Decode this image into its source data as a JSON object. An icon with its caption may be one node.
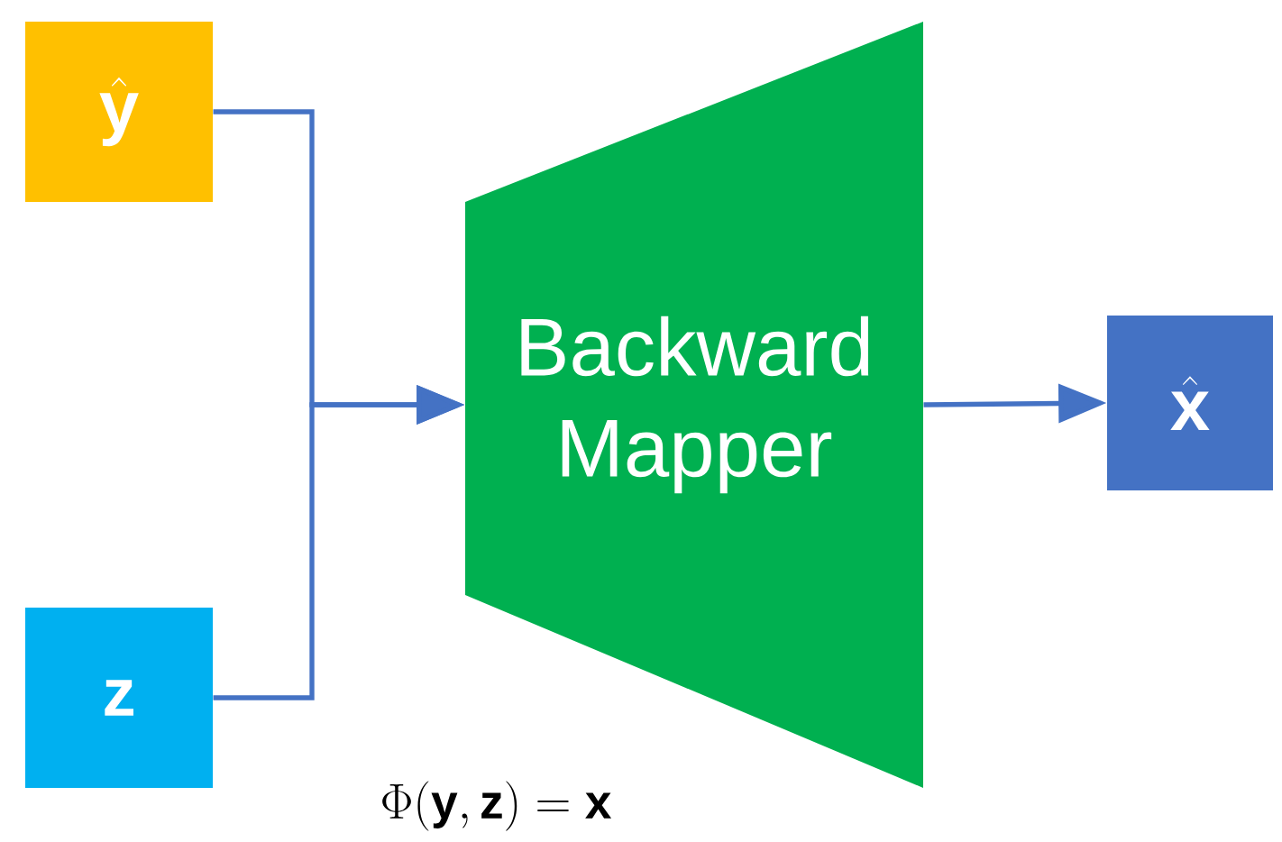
{
  "diagram": {
    "nodes": [
      {
        "text": [
          "\\hat{\\mathbf{y}}"
        ]
      },
      {
        "text": [
          "z"
        ]
      },
      {
        "text": [
          "Backward Mapper"
        ]
      },
      {
        "text": [
          "\\hat{\\mathbf{x}}"
        ]
      }
    ],
    "edges": [
      {
        "from": 0,
        "to": 2,
        "arrow": "to"
      },
      {
        "from": 1,
        "to": 2,
        "arrow": "to"
      },
      {
        "from": 2,
        "to": 3,
        "arrow": "to"
      }
    ],
    "labels": [
      "\\Phi(\\mathbf{y},\\mathbf{z}) = \\mathbf{x}"
    ]
  }
}
